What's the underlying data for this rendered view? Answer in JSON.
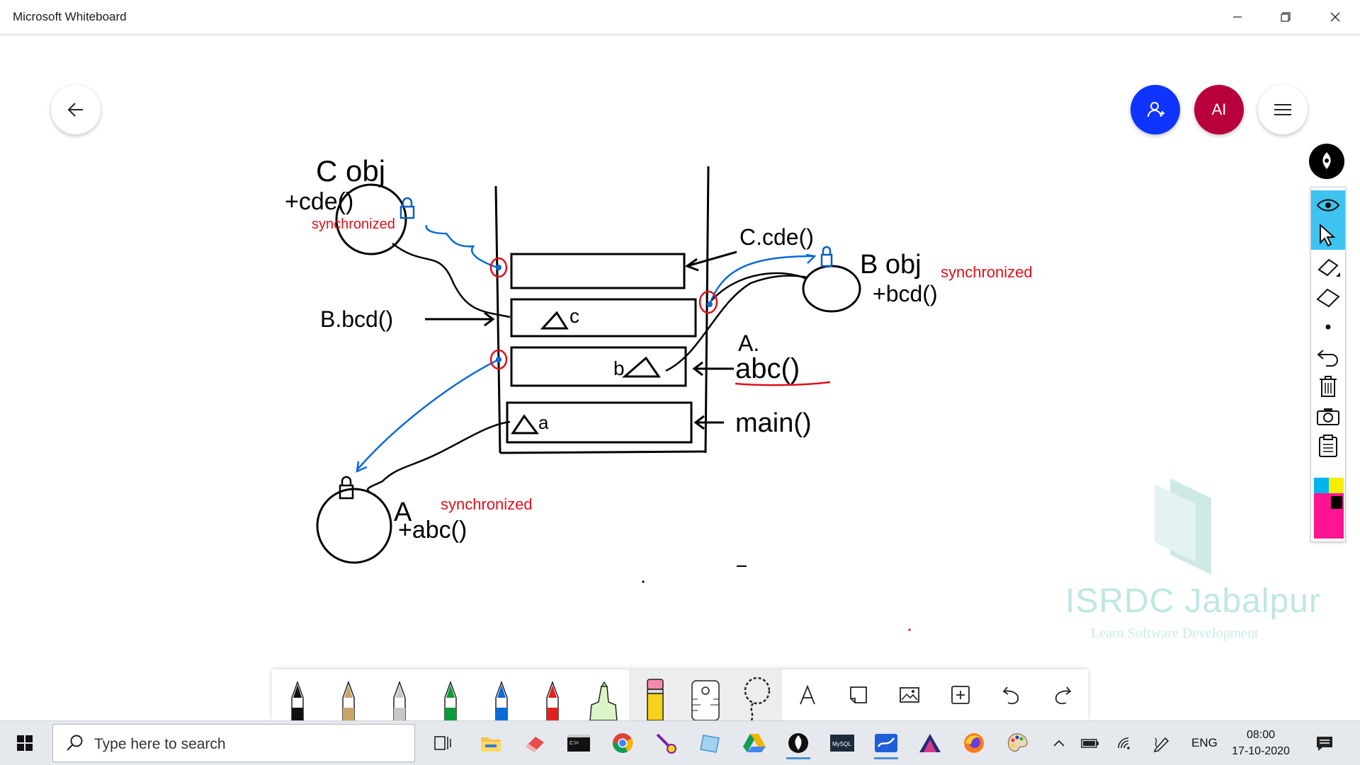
{
  "window": {
    "title": "Microsoft Whiteboard"
  },
  "header": {
    "avatar_initials": "AI"
  },
  "whiteboard": {
    "labels": {
      "c_obj": "C obj",
      "c_method": "+cde()",
      "c_sync": "synchronized",
      "c_call": "C.cde()",
      "b_obj": "B obj",
      "b_sync": "synchronized",
      "b_method": "+bcd()",
      "b_call": "B.bcd()",
      "a_call_a": "A.",
      "a_call": "abc()",
      "main_call": "main()",
      "a_obj": "A",
      "a_sync": "synchronized",
      "a_method": "+abc()",
      "frame_c": "c",
      "frame_b": "b",
      "frame_a": "a"
    }
  },
  "watermark": {
    "title": "ISRDC Jabalpur",
    "subtitle": "Learn Software Development"
  },
  "sidebar_colors": [
    "#00b4f0",
    "#f4ee00",
    "#ff1493",
    "#000000"
  ],
  "pen_colors": [
    "#111111",
    "#c8a56a",
    "#c8c8c8",
    "#0a9b3a",
    "#0a6ad8",
    "#e32020"
  ],
  "taskbar": {
    "search_placeholder": "Type here to search",
    "language": "ENG",
    "time": "08:00",
    "date": "17-10-2020"
  }
}
